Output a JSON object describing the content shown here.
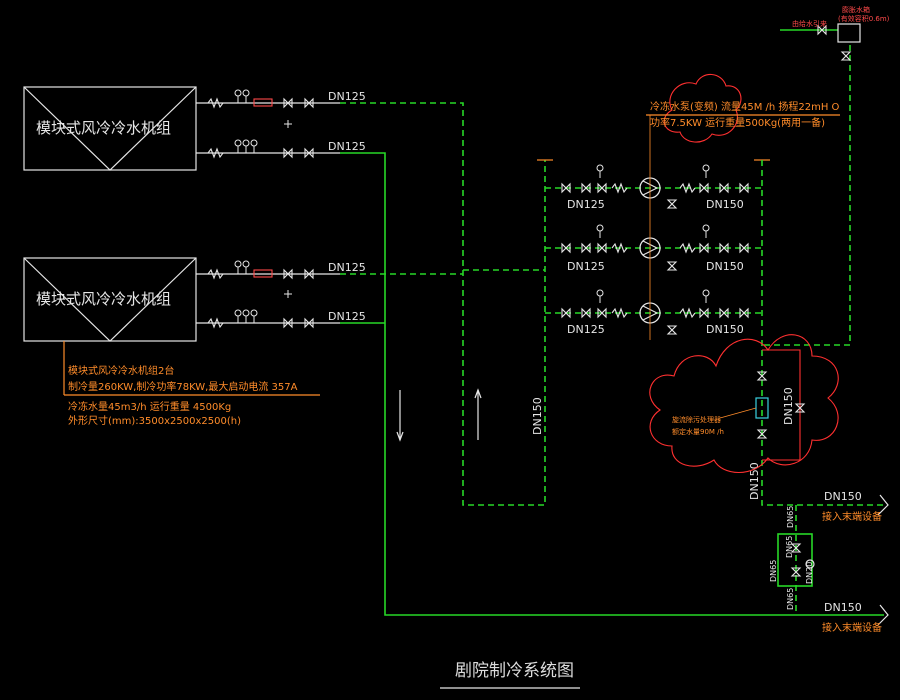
{
  "title": "剧院制冷系统图",
  "chiller_label": "模块式风冷冷水机组",
  "chiller_notes": [
    "模块式风冷冷水机组2台",
    "制冷量260KW,制冷功率78KW,最大启动电流 357A",
    "冷冻水量45m3/h 运行重量 4500Kg",
    "外形尺寸(mm):3500x2500x2500(h)"
  ],
  "pump_notes": [
    "冷冻水泵(变频) 流量45M /h 扬程22mH O",
    "功率7.5KW 运行重量500Kg(两用一备)"
  ],
  "tank_label": [
    "膨胀水箱",
    "(有效容积0.6m)"
  ],
  "tank_inlet_label": "由给水引来",
  "processor_notes": [
    "旋流除污处理器",
    "额定水量90M /h"
  ],
  "pipe_labels": {
    "dn125": "DN125",
    "dn150": "DN150",
    "dn65": "DN65",
    "dn20": "DN20"
  },
  "terminal_label": "接入末端设备"
}
